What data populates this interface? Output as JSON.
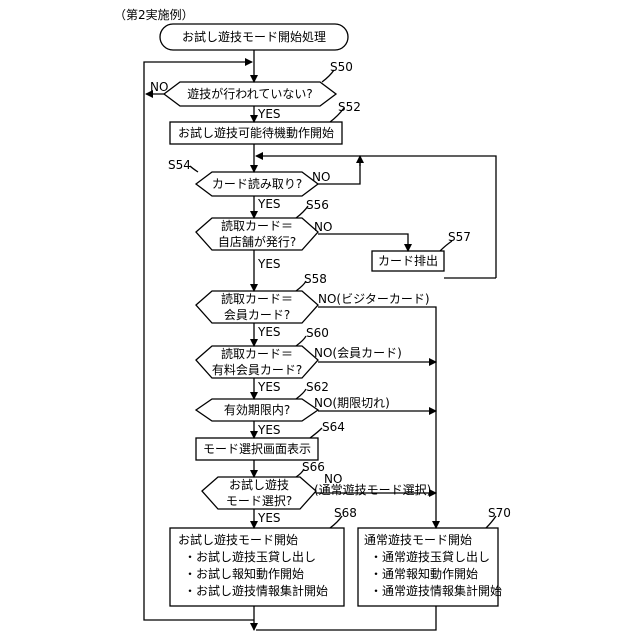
{
  "header": "（第2実施例）",
  "nodes": {
    "start": "お試し遊技モード開始処理",
    "d_s50": "遊技が行われていない?",
    "p_s52": "お試し遊技可能待機動作開始",
    "d_s54": "カード読み取り?",
    "d_s56": [
      "読取カード＝",
      "自店舗が発行?"
    ],
    "p_s57": "カード排出",
    "d_s58": [
      "読取カード＝",
      "会員カード?"
    ],
    "d_s60": [
      "読取カード＝",
      "有料会員カード?"
    ],
    "d_s62": "有効期限内?",
    "p_s64": "モード選択画面表示",
    "d_s66": [
      "お試し遊技",
      "モード選択?"
    ],
    "p_s68": [
      "お試し遊技モード開始",
      "・お試し遊技玉貸し出し",
      "・お試し報知動作開始",
      "・お試し遊技情報集計開始"
    ],
    "p_s70": [
      "通常遊技モード開始",
      "・通常遊技玉貸し出し",
      "・通常報知動作開始",
      "・通常遊技情報集計開始"
    ]
  },
  "step_tags": {
    "s50": "S50",
    "s52": "S52",
    "s54": "S54",
    "s56": "S56",
    "s57": "S57",
    "s58": "S58",
    "s60": "S60",
    "s62": "S62",
    "s64": "S64",
    "s66": "S66",
    "s68": "S68",
    "s70": "S70"
  },
  "edge_labels": {
    "s50_no": "NO",
    "s50_yes": "YES",
    "s54_no": "NO",
    "s54_yes": "YES",
    "s56_no": "NO",
    "s56_yes": "YES",
    "s58_no": "NO(ビジターカード)",
    "s58_yes": "YES",
    "s60_no": "NO(会員カード)",
    "s60_yes": "YES",
    "s62_no": "NO(期限切れ)",
    "s62_yes": "YES",
    "s66_no_1": "NO",
    "s66_no_2": "(通常遊技モード選択)",
    "s66_yes": "YES"
  }
}
